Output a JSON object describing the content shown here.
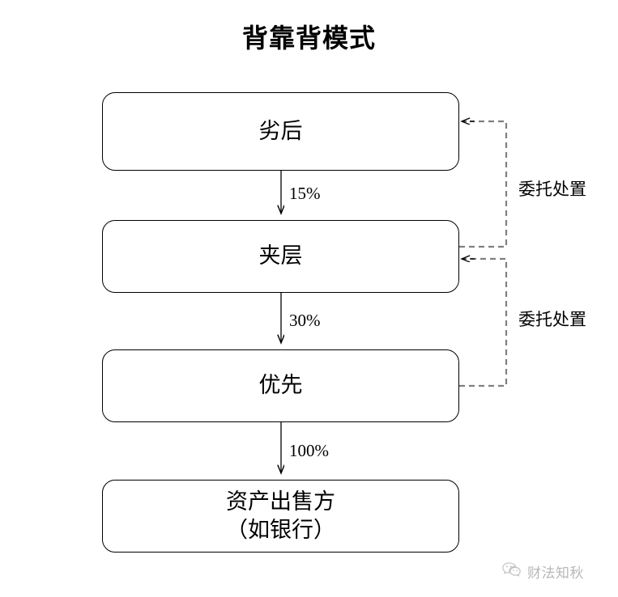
{
  "diagram": {
    "title": "背靠背模式",
    "type": "flowchart",
    "nodes": [
      {
        "id": "subordinate",
        "label": "劣后"
      },
      {
        "id": "mezzanine",
        "label": "夹层"
      },
      {
        "id": "senior",
        "label": "优先"
      },
      {
        "id": "seller",
        "label": "资产出售方\n（如银行）"
      }
    ],
    "flow_labels": {
      "subordinate_to_mezzanine": "15%",
      "mezzanine_to_senior": "30%",
      "senior_to_seller": "100%"
    },
    "side_labels": {
      "top": "委托处置",
      "bottom": "委托处置"
    }
  },
  "watermark": {
    "icon": "wechat-icon",
    "text": "财法知秋"
  },
  "colors": {
    "stroke": "#000000",
    "dashed_stroke": "#808080",
    "background": "#ffffff",
    "watermark_text": "#555555"
  }
}
